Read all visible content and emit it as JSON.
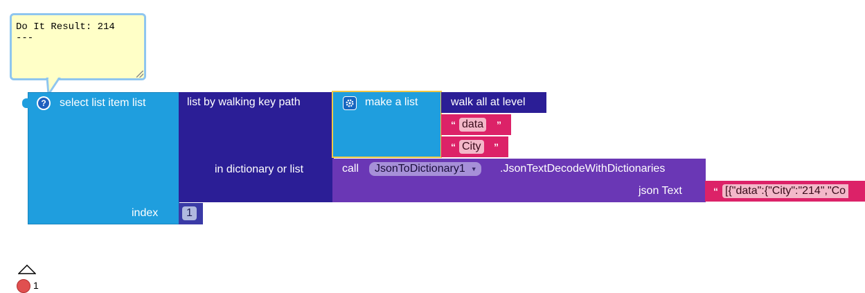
{
  "result_bubble": {
    "text": "Do It Result: 214\n---"
  },
  "select_block": {
    "label": "select list item  list",
    "index_label": "index"
  },
  "walk_block": {
    "label": "list by walking key path",
    "dict_label": "in dictionary or list"
  },
  "make_list_block": {
    "label": "make a list"
  },
  "walk_all_block": {
    "label": "walk all at level"
  },
  "string_blocks": [
    {
      "value": "data"
    },
    {
      "value": "City"
    }
  ],
  "call_block": {
    "call_label": "call",
    "component": "JsonToDictionary1",
    "method": ".JsonTextDecodeWithDictionaries",
    "param_label": "json Text"
  },
  "json_string": {
    "value": "[{\"data\":{\"City\":\"214\",\"Co"
  },
  "index_value": {
    "value": "1"
  },
  "quote_open": "“",
  "quote_close": "”",
  "warnings": {
    "error_count": "1"
  },
  "colors": {
    "select_block": "#1f9ede",
    "walk_block": "#2b1e96",
    "call_block": "#6a37b5",
    "string_block": "#dc2268",
    "bubble_bg": "#ffffc7",
    "highlight": "#f2c744"
  }
}
